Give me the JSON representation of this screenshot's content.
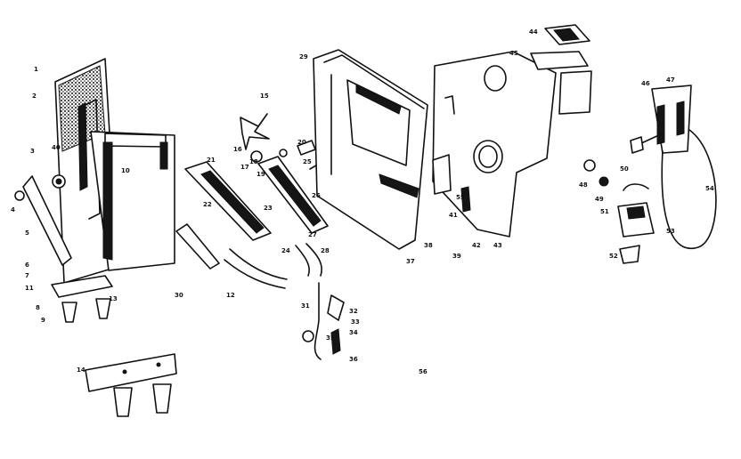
{
  "diagram": {
    "labels": [
      {
        "id": "l1",
        "text": "1"
      },
      {
        "id": "l2",
        "text": "2"
      },
      {
        "id": "l3",
        "text": "3"
      },
      {
        "id": "l4",
        "text": "4"
      },
      {
        "id": "l5",
        "text": "5"
      },
      {
        "id": "l6",
        "text": "6"
      },
      {
        "id": "l7",
        "text": "7"
      },
      {
        "id": "l8",
        "text": "8"
      },
      {
        "id": "l9",
        "text": "9"
      },
      {
        "id": "l10",
        "text": "10"
      },
      {
        "id": "l11",
        "text": "11"
      },
      {
        "id": "l12",
        "text": "12"
      },
      {
        "id": "l13",
        "text": "13"
      },
      {
        "id": "l14",
        "text": "14"
      },
      {
        "id": "l15",
        "text": "15"
      },
      {
        "id": "l16",
        "text": "16"
      },
      {
        "id": "l17",
        "text": "17"
      },
      {
        "id": "l18",
        "text": "18"
      },
      {
        "id": "l19",
        "text": "19"
      },
      {
        "id": "l20",
        "text": "20"
      },
      {
        "id": "l21",
        "text": "21"
      },
      {
        "id": "l22",
        "text": "22"
      },
      {
        "id": "l23",
        "text": "23"
      },
      {
        "id": "l24",
        "text": "24"
      },
      {
        "id": "l25",
        "text": "25"
      },
      {
        "id": "l26",
        "text": "26"
      },
      {
        "id": "l27",
        "text": "27"
      },
      {
        "id": "l28",
        "text": "28"
      },
      {
        "id": "l29",
        "text": "29"
      },
      {
        "id": "l30",
        "text": "30"
      },
      {
        "id": "l31",
        "text": "31"
      },
      {
        "id": "l32",
        "text": "32"
      },
      {
        "id": "l33",
        "text": "33"
      },
      {
        "id": "l34",
        "text": "34"
      },
      {
        "id": "l35",
        "text": "35"
      },
      {
        "id": "l36",
        "text": "36"
      },
      {
        "id": "l37",
        "text": "37"
      },
      {
        "id": "l38",
        "text": "38"
      },
      {
        "id": "l39",
        "text": "39"
      },
      {
        "id": "l40",
        "text": "40"
      },
      {
        "id": "l41",
        "text": "41"
      },
      {
        "id": "l42",
        "text": "42"
      },
      {
        "id": "l43",
        "text": "43"
      },
      {
        "id": "l44",
        "text": "44"
      },
      {
        "id": "l45",
        "text": "45"
      },
      {
        "id": "l46",
        "text": "46"
      },
      {
        "id": "l47",
        "text": "47"
      },
      {
        "id": "l48",
        "text": "48"
      },
      {
        "id": "l49",
        "text": "49"
      },
      {
        "id": "l50",
        "text": "50"
      },
      {
        "id": "l51",
        "text": "51"
      },
      {
        "id": "l52",
        "text": "52"
      },
      {
        "id": "l53",
        "text": "53"
      },
      {
        "id": "l54",
        "text": "54"
      },
      {
        "id": "l55",
        "text": "55"
      },
      {
        "id": "l56",
        "text": "56"
      }
    ]
  },
  "colors": {
    "ink": "#111111",
    "paper": "#ffffff"
  }
}
